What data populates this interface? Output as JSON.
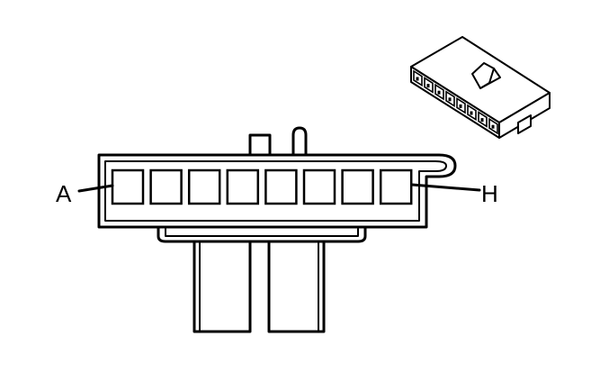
{
  "labels": {
    "pin_first": "A",
    "pin_last": "H"
  },
  "connector": {
    "cavity_count": 8
  },
  "colors": {
    "stroke": "#000000",
    "background": "#ffffff"
  }
}
